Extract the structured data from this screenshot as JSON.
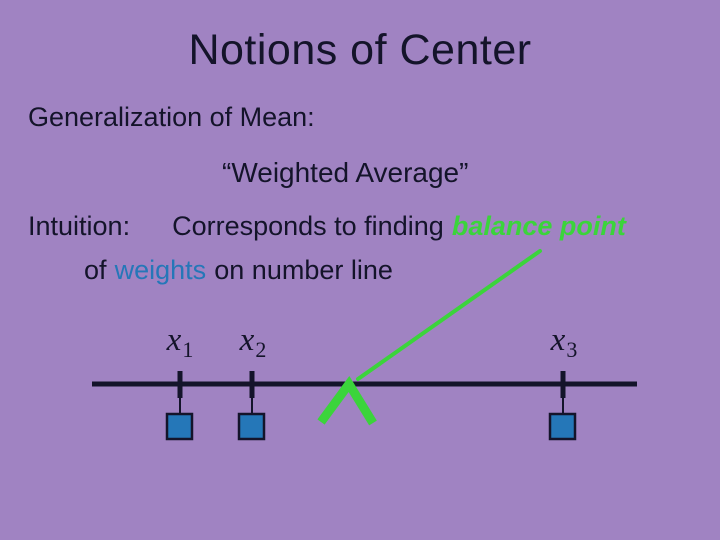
{
  "colors": {
    "background": "#A083C2",
    "ink": "#14142A",
    "accent_blue": "#2577B8",
    "accent_green": "#3BD43B"
  },
  "slide": {
    "title": "Notions of Center",
    "generalization_line": "Generalization of Mean:",
    "weighted_average_line": "“Weighted Average”",
    "intuition": {
      "label": "Intuition:",
      "text": "Corresponds to finding",
      "highlight": "balance point"
    },
    "weights_line": {
      "pre": "of",
      "highlight": "weights",
      "post": "on number line"
    }
  },
  "diagram": {
    "labels": [
      {
        "base": "x",
        "sub": "1"
      },
      {
        "base": "x",
        "sub": "2"
      },
      {
        "base": "x",
        "sub": "3"
      }
    ]
  }
}
